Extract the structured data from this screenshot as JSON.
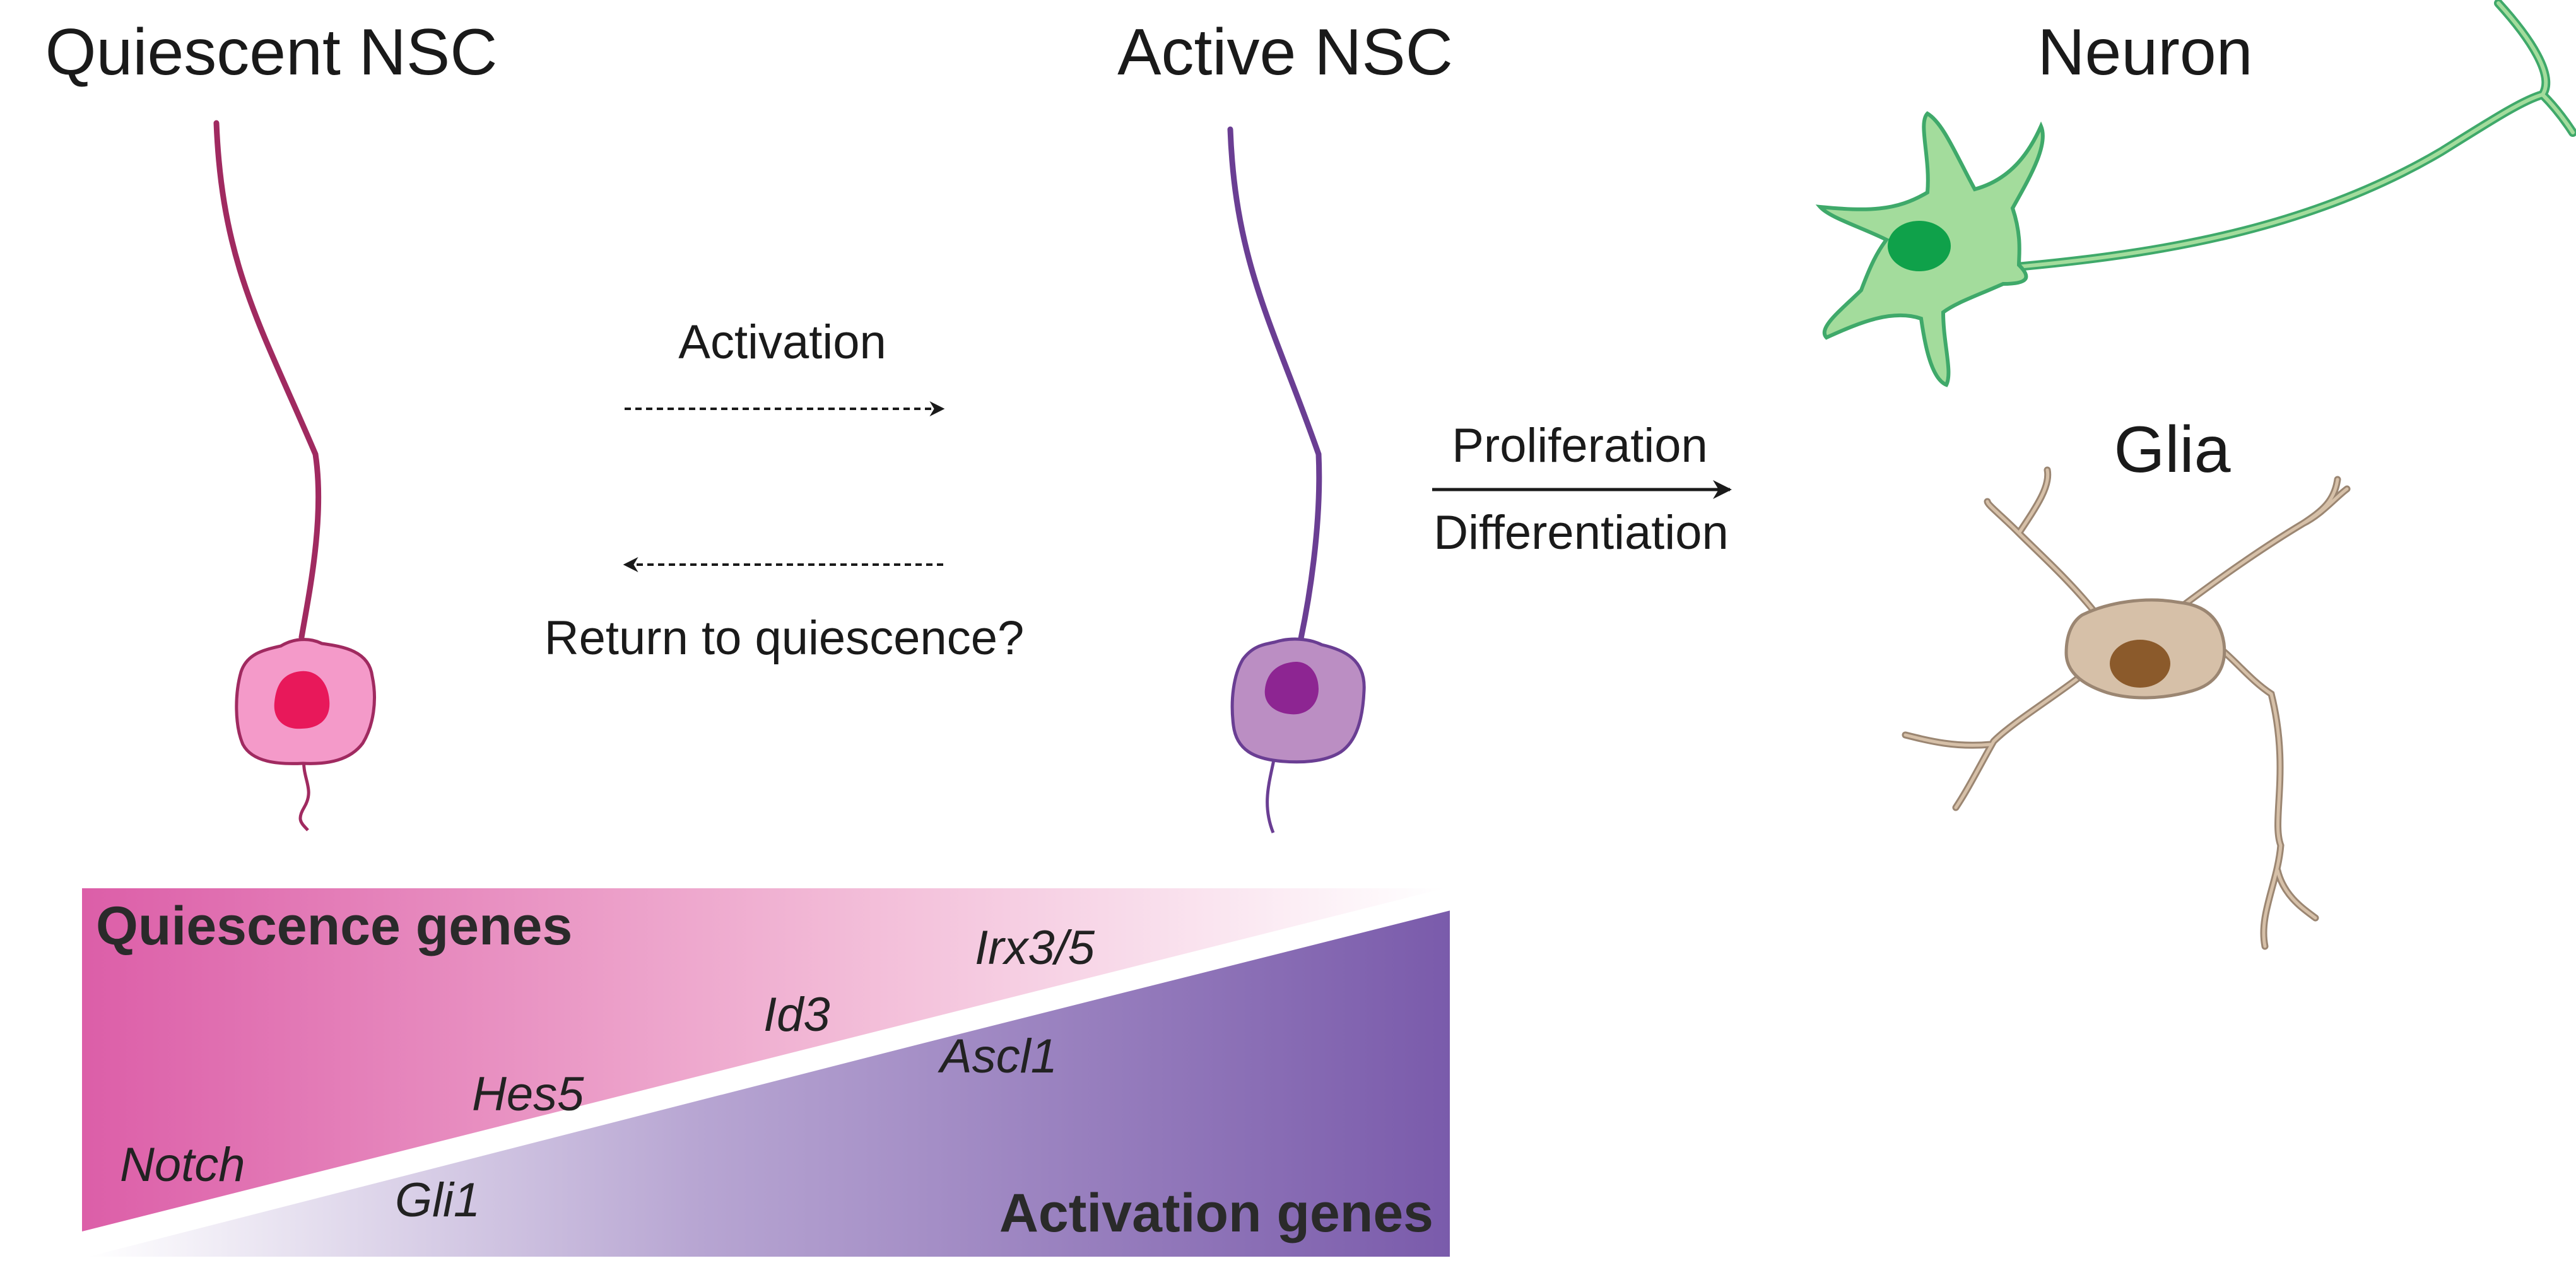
{
  "stages": {
    "quiescent": "Quiescent NSC",
    "active": "Active NSC",
    "neuron": "Neuron",
    "glia": "Glia"
  },
  "arrows": {
    "activation": "Activation",
    "return": "Return to quiescence?",
    "proliferation": "Proliferation",
    "differentiation": "Differentiation"
  },
  "gradient": {
    "quiescence_heading": "Quiescence genes",
    "activation_heading": "Activation genes",
    "quiescence_genes": [
      "Notch",
      "Hes5",
      "Id3",
      "Irx3/5"
    ],
    "activation_genes": [
      "Gli1",
      "Ascl1"
    ]
  },
  "colors": {
    "quiescent_cell": "#f49ac9",
    "quiescent_nucleus": "#e8185a",
    "quiescent_outline": "#a02a60",
    "active_cell": "#bb8ec3",
    "active_nucleus": "#8d2592",
    "active_outline": "#6a3e93",
    "neuron_cell": "#a3dc9c",
    "neuron_nucleus": "#0fa14a",
    "neuron_outline": "#3fa96a",
    "glia_cell": "#d6c0a8",
    "glia_nucleus": "#8b5a2b",
    "glia_outline": "#9b8672",
    "quiescence_gradient": "#dc5ea8",
    "activation_gradient": "#7a5bab"
  }
}
